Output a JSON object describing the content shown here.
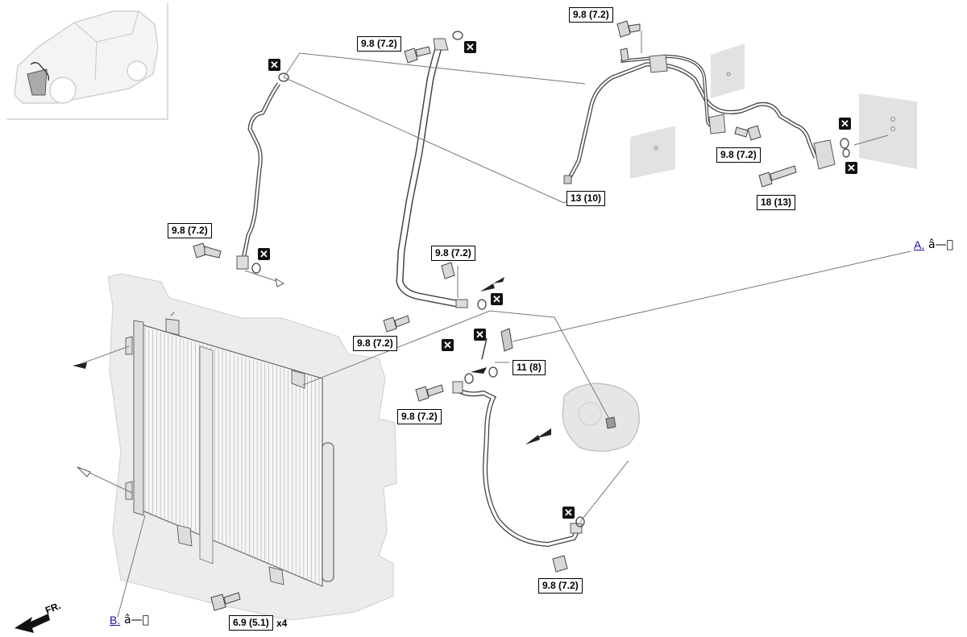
{
  "torque_labels": [
    {
      "id": "t1",
      "text": "9.8 (7.2)"
    },
    {
      "id": "t2",
      "text": "9.8 (7.2)"
    },
    {
      "id": "t3",
      "text": "9.8 (7.2)"
    },
    {
      "id": "t4",
      "text": "9.8 (7.2)"
    },
    {
      "id": "t5",
      "text": "9.8 (7.2)"
    },
    {
      "id": "t6",
      "text": "9.8 (7.2)"
    },
    {
      "id": "t7",
      "text": "9.8 (7.2)"
    },
    {
      "id": "t8",
      "text": "9.8 (7.2)"
    },
    {
      "id": "t9",
      "text": "13 (10)"
    },
    {
      "id": "t10",
      "text": "18 (13)"
    },
    {
      "id": "t11",
      "text": "11 (8)"
    },
    {
      "id": "t12",
      "text": "6.9 (5.1)"
    }
  ],
  "quantity_suffix": "x4",
  "nonreusable_mark": "✕",
  "references": [
    {
      "id": "A",
      "text": "A.",
      "glyph": "â—￾"
    },
    {
      "id": "B",
      "text": "B.",
      "glyph": "â—￾"
    }
  ],
  "front_indicator": "FR.",
  "colors": {
    "line": "#555555",
    "part_fill": "#e3e3e3",
    "part_stroke": "#777777",
    "link": "#1a0dab",
    "mark_bg": "#111111"
  }
}
